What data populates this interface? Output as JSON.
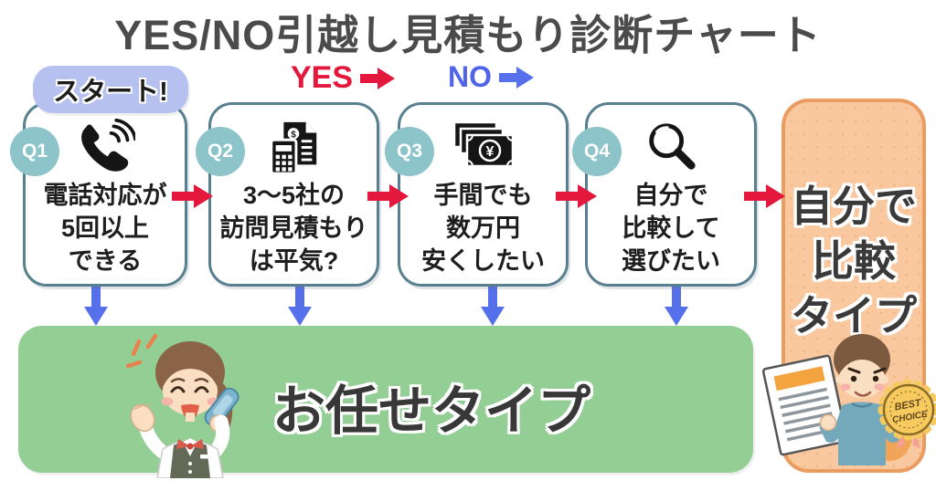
{
  "title": "YES/NO引越し見積もり診断チャート",
  "start_badge": "スタート!",
  "branches": {
    "yes": "YES",
    "no": "NO"
  },
  "questions": [
    {
      "id": "Q1",
      "icon": "phone-icon",
      "lines": [
        "電話対応が",
        "5回以上",
        "できる"
      ]
    },
    {
      "id": "Q2",
      "icon": "estimate-calculator-icon",
      "lines": [
        "3〜5社の",
        "訪問見積もり",
        "は平気?"
      ]
    },
    {
      "id": "Q3",
      "icon": "money-yen-icon",
      "lines": [
        "手間でも",
        "数万円",
        "安くしたい"
      ]
    },
    {
      "id": "Q4",
      "icon": "magnifier-icon",
      "lines": [
        "自分で",
        "比較して",
        "選びたい"
      ]
    }
  ],
  "results": {
    "omakase_label": "お任せタイプ",
    "jibun_lines": [
      "自分で",
      "比較",
      "タイプ"
    ],
    "badge": {
      "line1": "BEST",
      "line2": "CHOICE"
    }
  },
  "colors": {
    "yes_red": "#e4183c",
    "no_blue": "#5064e8",
    "arrow_blue": "#5570ea",
    "box_border": "#577f8f",
    "q_badge_teal": "#8cc4ca",
    "green_panel": "#93cf95",
    "orange_panel": "#f9c89e",
    "orange_border": "#eb9c60",
    "start_badge_bg": "#b7c1f0",
    "title_gray": "#4b4b4b"
  }
}
